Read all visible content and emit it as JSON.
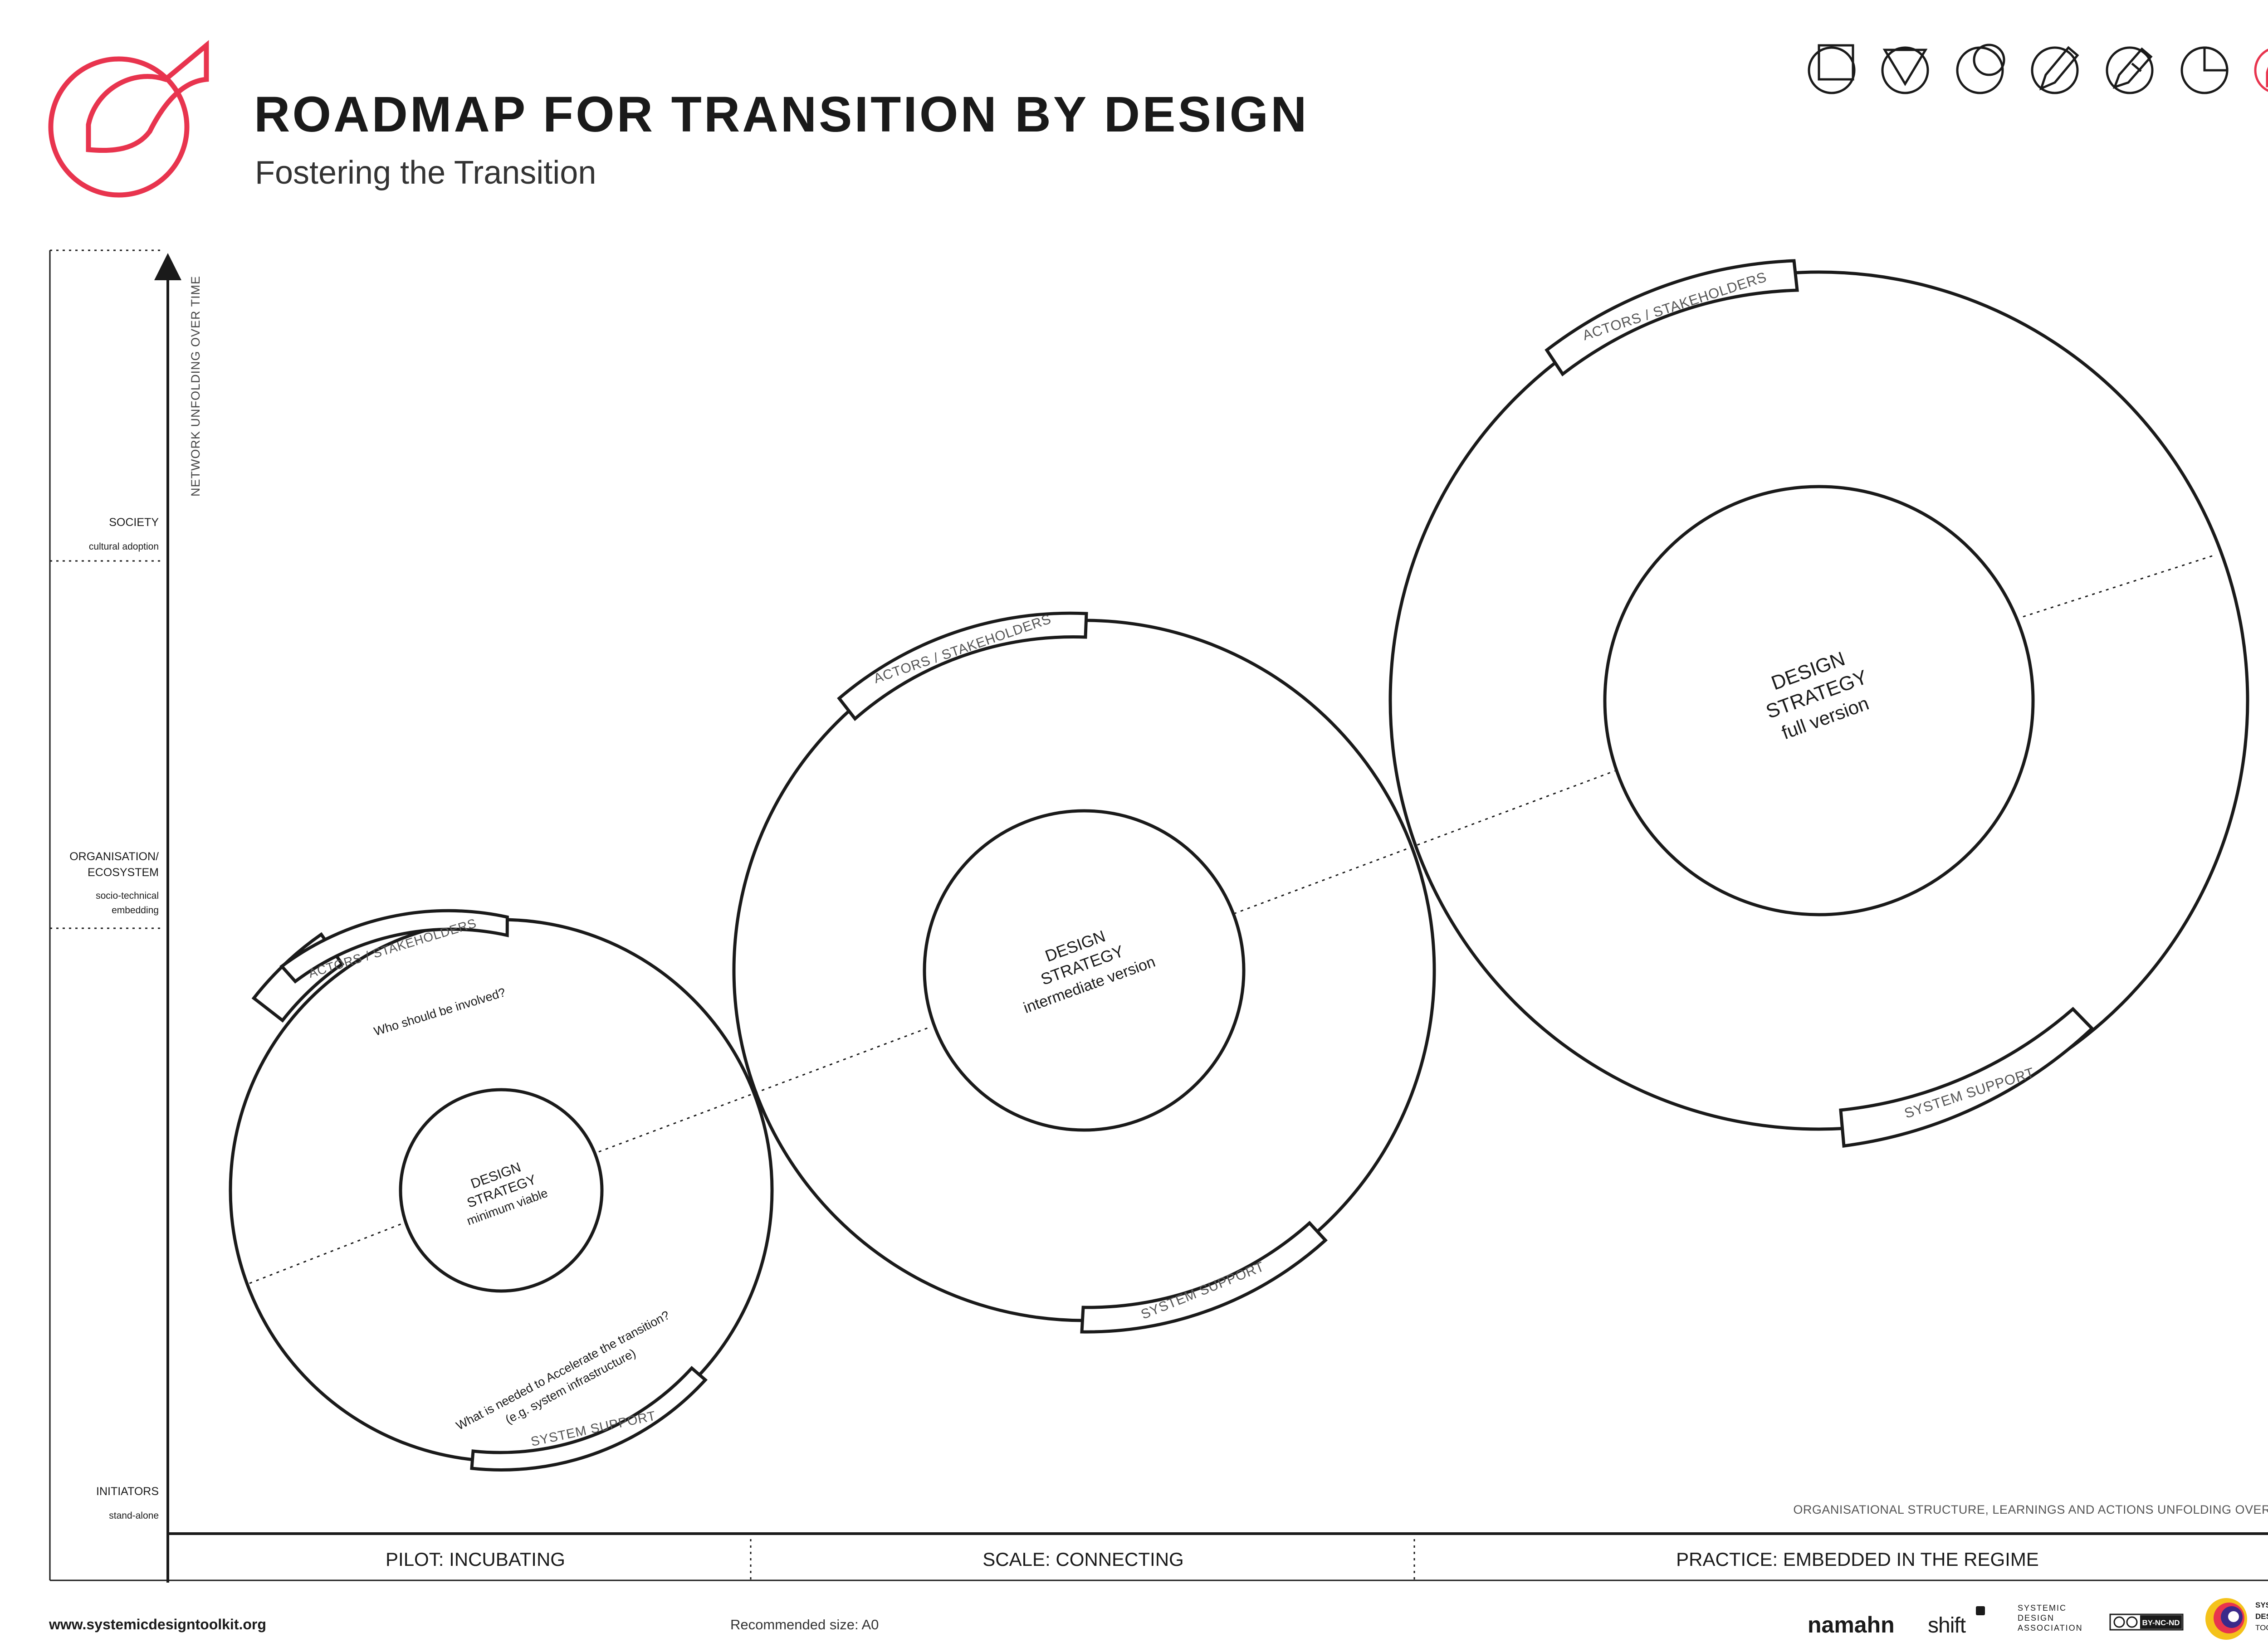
{
  "header": {
    "title": "ROADMAP FOR TRANSITION BY DESIGN",
    "subtitle": "Fostering the Transition"
  },
  "brand_colors": {
    "accent": "#e8344e",
    "ink": "#1a1a1a",
    "muted": "#555555"
  },
  "toolbar_icons": [
    "frame-square-icon",
    "filter-triangle-icon",
    "overlap-circles-icon",
    "pen-circle-icon",
    "edit-circle-icon",
    "pie-quarter-icon",
    "transition-logo-icon"
  ],
  "axes": {
    "vertical_title": "NETWORK  UNFOLDING OVER TIME",
    "horizontal_title": "ORGANISATIONAL STRUCTURE, LEARNINGS AND ACTIONS UNFOLDING OVER TIME",
    "levels": [
      {
        "name": "SOCIETY",
        "sub": "cultural adoption"
      },
      {
        "name_line1": "ORGANISATION/",
        "name_line2": "ECOSYSTEM",
        "sub_line1": "socio-technical",
        "sub_line2": "embedding"
      },
      {
        "name": "INITIATORS",
        "sub": "stand-alone"
      }
    ],
    "phases": [
      "PILOT: INCUBATING",
      "SCALE: CONNECTING",
      "PRACTICE: EMBEDDED IN THE REGIME"
    ]
  },
  "stages": [
    {
      "actors_label": "ACTORS / STAKEHOLDERS",
      "support_label": "SYSTEM SUPPORT",
      "core_line1": "DESIGN",
      "core_line2": "STRATEGY",
      "core_line3": "minimum viable",
      "question_top": "Who should be involved?",
      "question_bottom_line1": "What is needed to Accelerate the transition?",
      "question_bottom_line2": "(e.g. system infrastructure)"
    },
    {
      "actors_label": "ACTORS / STAKEHOLDERS",
      "support_label": "SYSTEM SUPPORT",
      "core_line1": "DESIGN",
      "core_line2": "STRATEGY",
      "core_line3": "intermediate version"
    },
    {
      "actors_label": "ACTORS / STAKEHOLDERS",
      "support_label": "SYSTEM SUPPORT",
      "core_line1": "DESIGN",
      "core_line2": "STRATEGY",
      "core_line3": "full version"
    }
  ],
  "footer": {
    "website": "www.systemicdesigntoolkit.org",
    "recommended": "Recommended size: A0",
    "partners": {
      "namahn": "namahn",
      "shift": "shift",
      "sda_line1": "SYSTEMIC",
      "sda_line2": "DESIGN",
      "sda_line3": "ASSOCIATION",
      "license": "BY-NC-ND",
      "toolkit_line1": "SYSTEMIC",
      "toolkit_line2": "DESIGN",
      "toolkit_line3": "TOOLKIT"
    }
  }
}
